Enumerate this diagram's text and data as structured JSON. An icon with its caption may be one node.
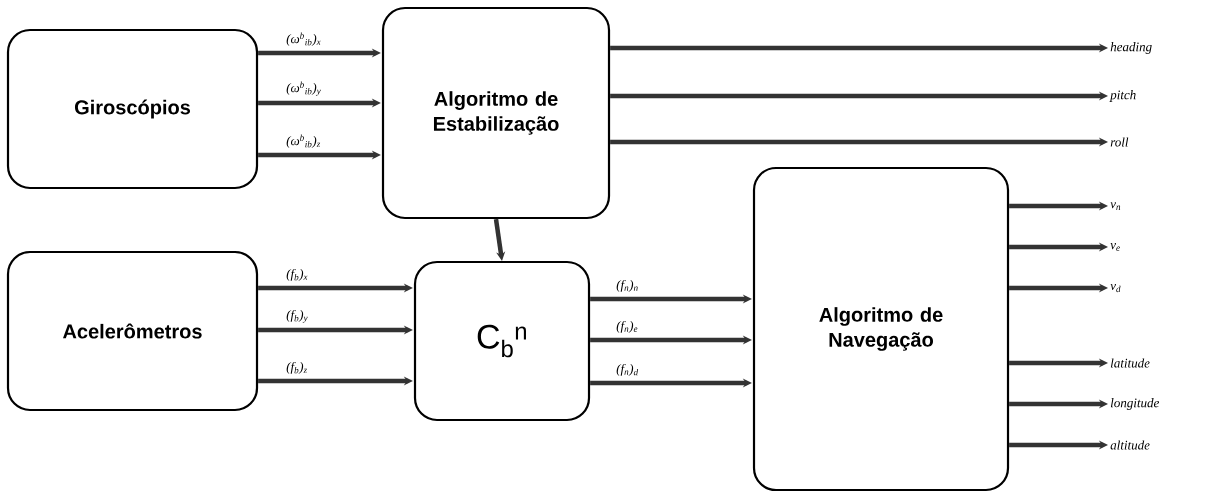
{
  "diagram": {
    "nodes": [
      {
        "text": [
          "Giroscópios"
        ]
      },
      {
        "text": [
          "Algoritmo de Estabilização"
        ]
      },
      {
        "text": [
          "Acelerômetros"
        ]
      },
      {
        "text": [
          "C$_{b}$$^{n}$"
        ]
      },
      {
        "text": [
          "Algoritmo de Navegação"
        ]
      },
      {
        "text": [
          "heading"
        ]
      },
      {
        "text": [
          "pitch"
        ]
      },
      {
        "text": [
          "roll"
        ]
      },
      {
        "text": [
          "v$_{n}$"
        ]
      },
      {
        "text": [
          "v$_{e}$"
        ]
      },
      {
        "text": [
          "v$_{d}$"
        ]
      },
      {
        "text": [
          "latitude"
        ]
      },
      {
        "text": [
          "longitude"
        ]
      },
      {
        "text": [
          "altitude"
        ]
      }
    ],
    "edges": [
      {
        "from": 0,
        "to": 1,
        "arrow": "to",
        "label": "(ω$^{b}$$_{ib}$)$_{x}$"
      },
      {
        "from": 0,
        "to": 1,
        "arrow": "to",
        "label": "(ω$^{b}$$_{ib}$)$_{y}$"
      },
      {
        "from": 0,
        "to": 1,
        "arrow": "to",
        "label": "(ω$^{b}$$_{ib}$)$_{z}$"
      },
      {
        "from": 1,
        "to": 3,
        "arrow": "to"
      },
      {
        "from": 2,
        "to": 3,
        "arrow": "to",
        "label": "(f$_{b}$)$_{x}$"
      },
      {
        "from": 2,
        "to": 3,
        "arrow": "to",
        "label": "(f$_{b}$)$_{y}$"
      },
      {
        "from": 2,
        "to": 3,
        "arrow": "to",
        "label": "(f$_{b}$)$_{z}$"
      },
      {
        "from": 3,
        "to": 4,
        "arrow": "to",
        "label": "(f$_{n}$)$_{n}$"
      },
      {
        "from": 3,
        "to": 4,
        "arrow": "to",
        "label": "(f$_{n}$)$_{e}$"
      },
      {
        "from": 3,
        "to": 4,
        "arrow": "to",
        "label": "(f$_{n}$)$_{d}$"
      },
      {
        "from": 1,
        "to": 5,
        "arrow": "to"
      },
      {
        "from": 1,
        "to": 6,
        "arrow": "to"
      },
      {
        "from": 1,
        "to": 7,
        "arrow": "to"
      },
      {
        "from": 4,
        "to": 8,
        "arrow": "to"
      },
      {
        "from": 4,
        "to": 9,
        "arrow": "to"
      },
      {
        "from": 4,
        "to": 10,
        "arrow": "to"
      },
      {
        "from": 4,
        "to": 11,
        "arrow": "to"
      },
      {
        "from": 4,
        "to": 12,
        "arrow": "to"
      },
      {
        "from": 4,
        "to": 13,
        "arrow": "to"
      }
    ]
  }
}
